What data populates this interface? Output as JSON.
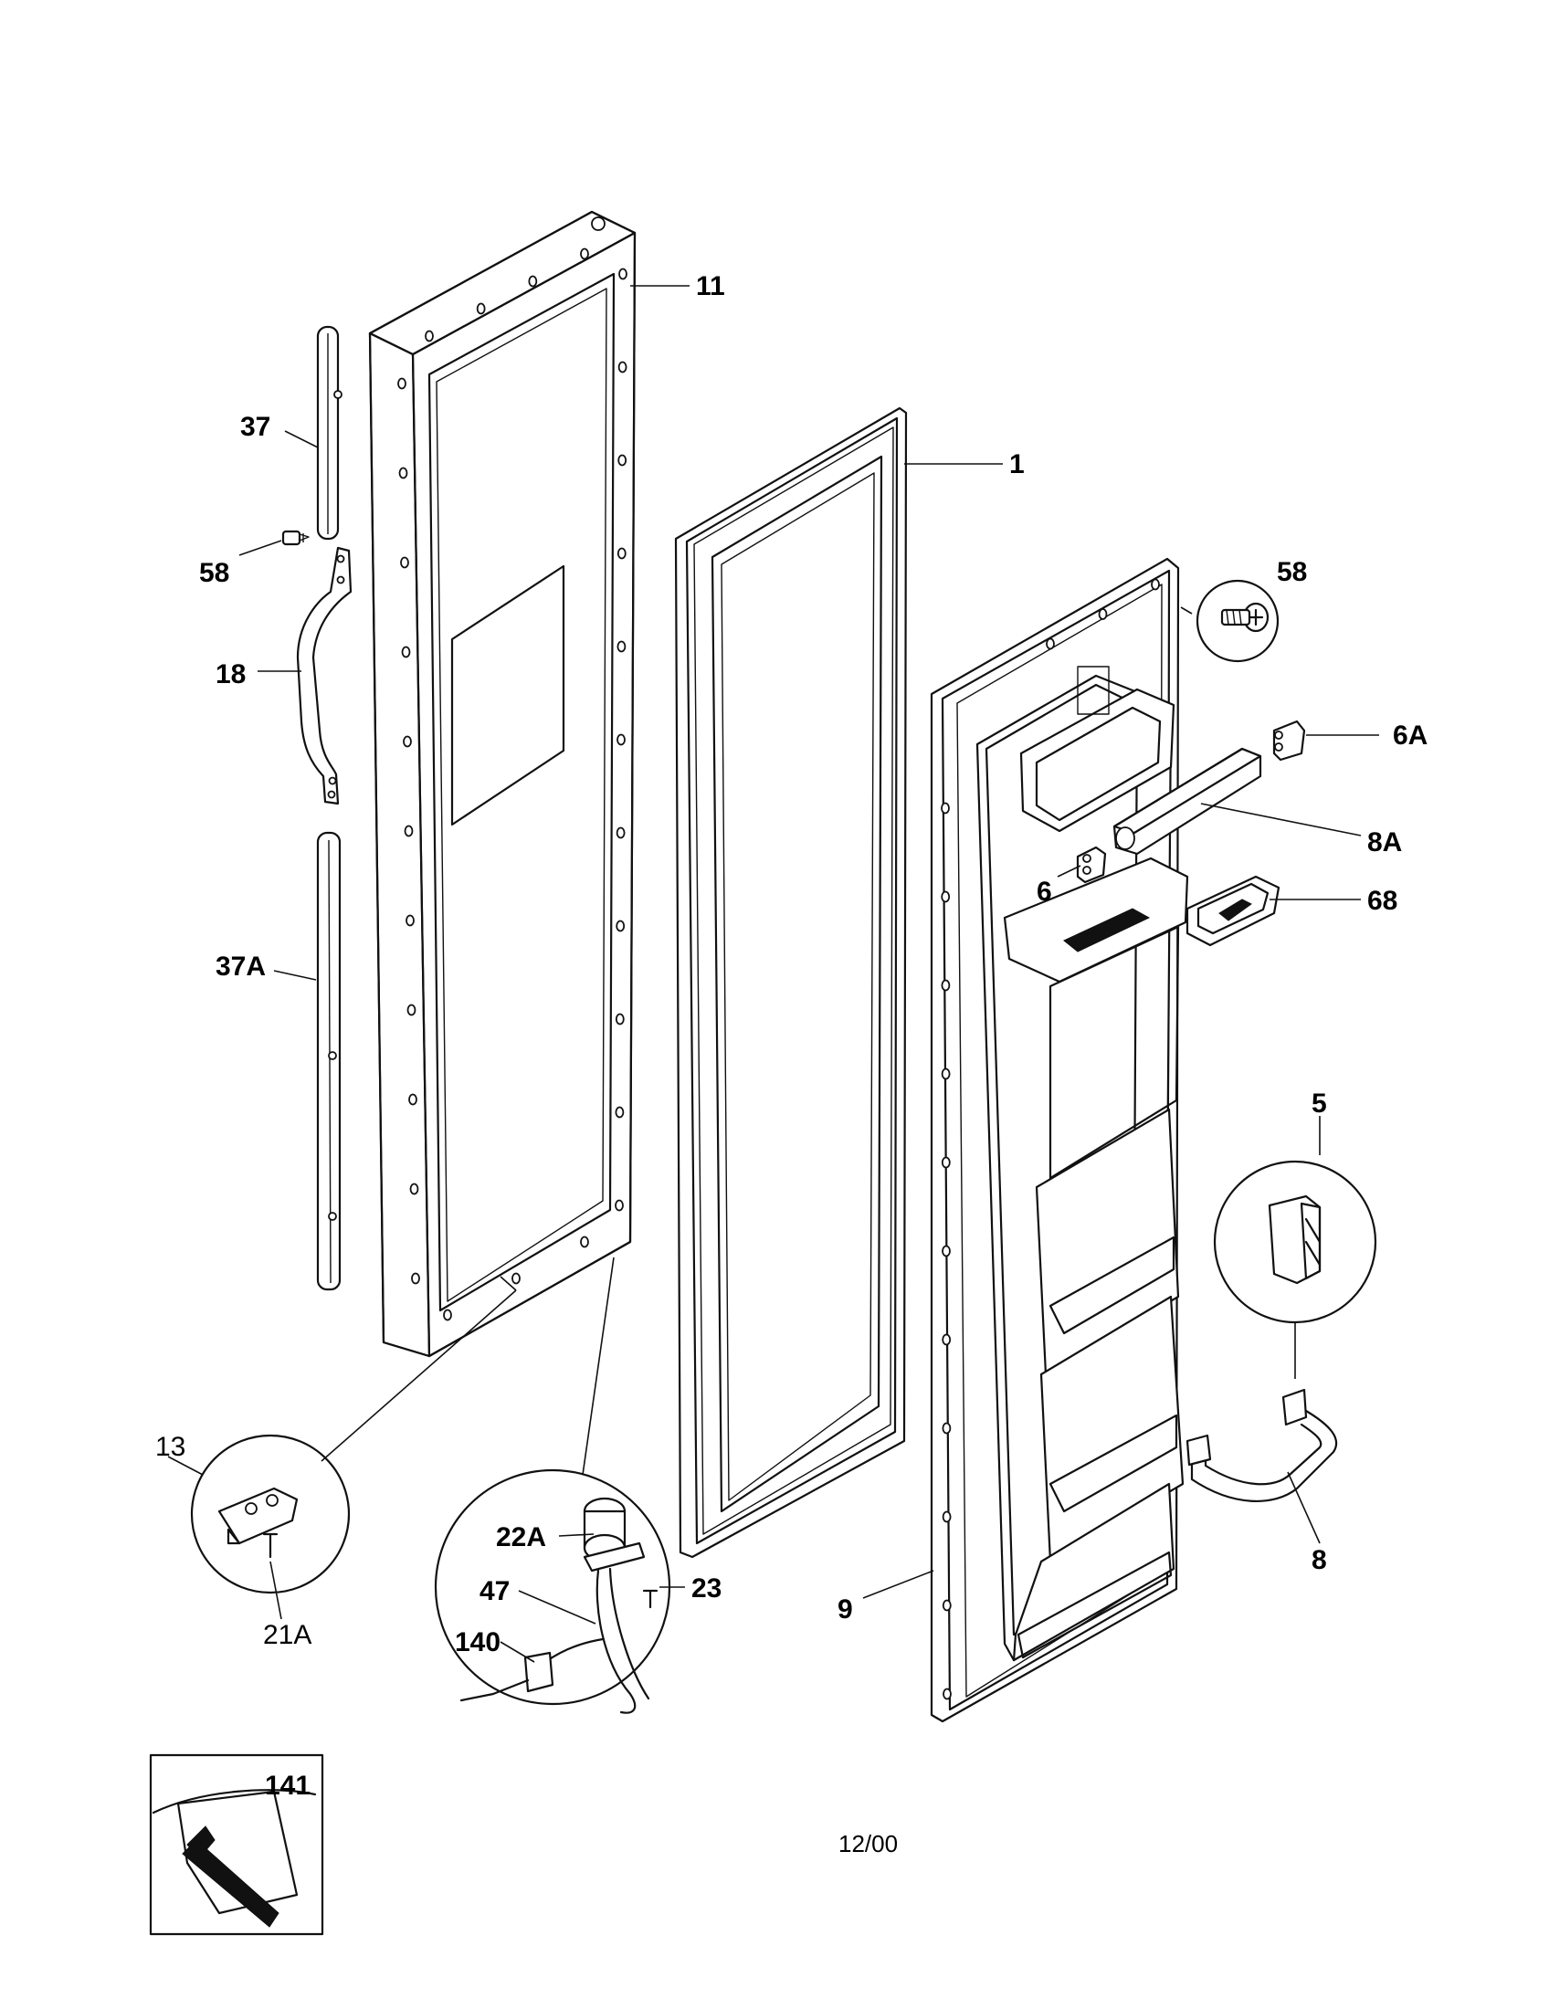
{
  "labels": {
    "p11": "11",
    "p1": "1",
    "p37": "37",
    "p58_left": "58",
    "p18": "18",
    "p37A": "37A",
    "p58_right": "58",
    "p6A": "6A",
    "p8A": "8A",
    "p6": "6",
    "p68": "68",
    "p5": "5",
    "p8": "8",
    "p9": "9",
    "p13": "13",
    "p21A": "21A",
    "p22A": "22A",
    "p23": "23",
    "p47": "47",
    "p140": "140",
    "p141": "141"
  },
  "revision_date": "12/00"
}
